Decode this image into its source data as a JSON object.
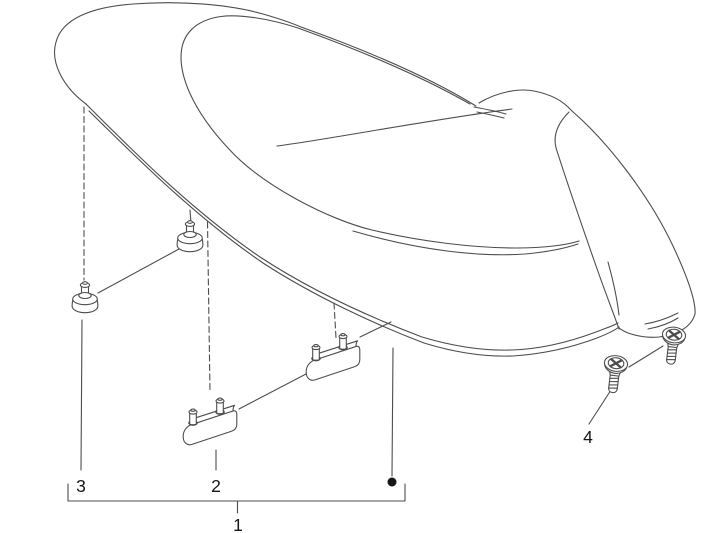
{
  "diagram": {
    "labels": {
      "part1": "1",
      "part2": "2",
      "part3": "3",
      "part4": "4"
    },
    "colors": {
      "background": "#ffffff",
      "line": "#4d4d4d",
      "label": "#161616",
      "marker_dot": "#161616"
    }
  }
}
